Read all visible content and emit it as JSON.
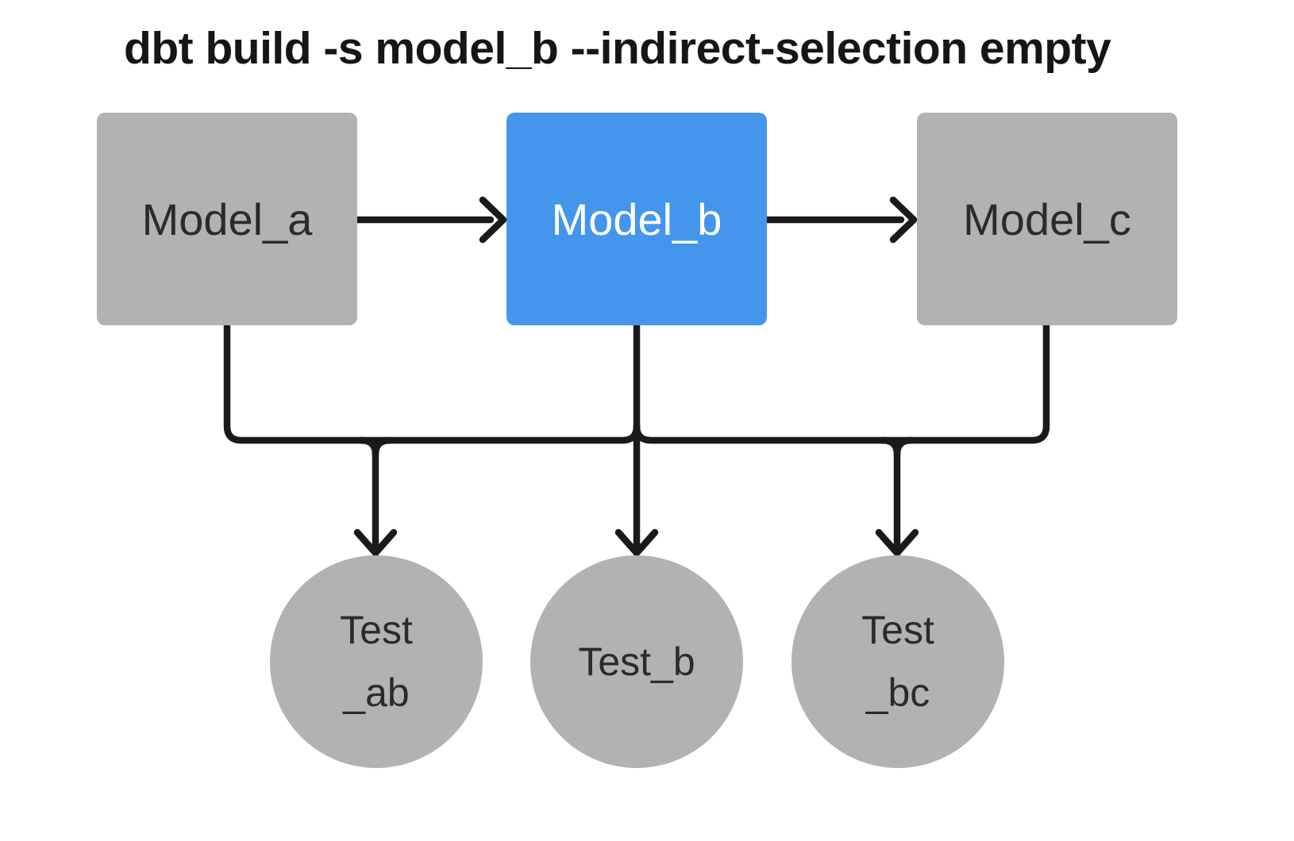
{
  "title": "dbt build -s model_b --indirect-selection empty",
  "colors": {
    "background": "#ffffff",
    "selected": "#4495ec",
    "node": "#b2b2b2",
    "edge": "#1a1a1a",
    "node_text": "#2b2b2b",
    "selected_text": "#ffffff",
    "title_text": "#161616"
  },
  "diagram": {
    "models": [
      {
        "id": "model_a",
        "label": "Model_a",
        "selected": false
      },
      {
        "id": "model_b",
        "label": "Model_b",
        "selected": true
      },
      {
        "id": "model_c",
        "label": "Model_c",
        "selected": false
      }
    ],
    "tests": [
      {
        "id": "test_ab",
        "line1": "Test",
        "line2": "_ab"
      },
      {
        "id": "test_b",
        "line1": "Test_b",
        "line2": ""
      },
      {
        "id": "test_bc",
        "line1": "Test",
        "line2": "_bc"
      }
    ],
    "edges": [
      {
        "from": "model_a",
        "to": "model_b"
      },
      {
        "from": "model_b",
        "to": "model_c"
      },
      {
        "from": "model_a",
        "to": "test_ab"
      },
      {
        "from": "model_b",
        "to": "test_ab"
      },
      {
        "from": "model_b",
        "to": "test_b"
      },
      {
        "from": "model_b",
        "to": "test_bc"
      },
      {
        "from": "model_c",
        "to": "test_bc"
      }
    ]
  }
}
